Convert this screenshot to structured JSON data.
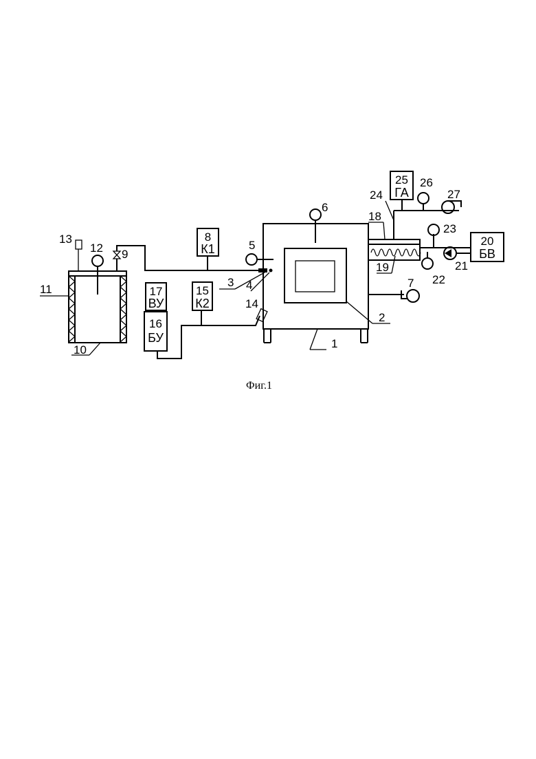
{
  "caption": "Фиг.1",
  "labels": {
    "n1": "1",
    "n2": "2",
    "n3": "3",
    "n4": "4",
    "n5": "5",
    "n6": "6",
    "n7": "7",
    "n9": "9",
    "n10": "10",
    "n11": "11",
    "n12": "12",
    "n13": "13",
    "n14": "14",
    "n18": "18",
    "n19": "19",
    "n21": "21",
    "n22": "22",
    "n23": "23",
    "n24": "24",
    "n26": "26",
    "n27": "27"
  },
  "blocks": {
    "b8": {
      "num": "8",
      "code": "К1"
    },
    "b15": {
      "num": "15",
      "code": "К2"
    },
    "b16": {
      "num": "16",
      "code": "БУ"
    },
    "b17": {
      "num": "17",
      "code": "ВУ"
    },
    "b20": {
      "num": "20",
      "code": "БВ"
    },
    "b25": {
      "num": "25",
      "code": "ГА"
    }
  }
}
